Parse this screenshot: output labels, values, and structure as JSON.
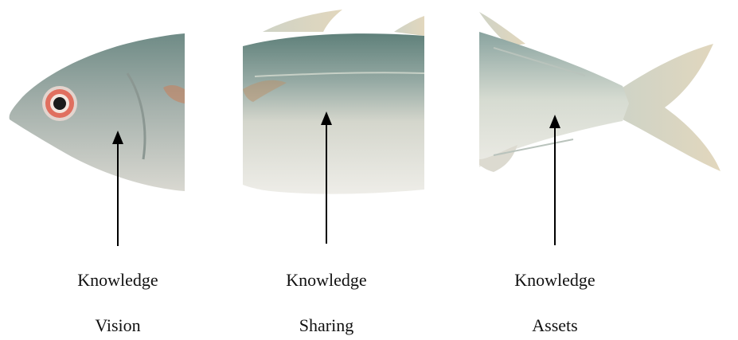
{
  "panels": [
    {
      "key": "head",
      "label_line1": "Knowledge",
      "label_line2": "Vision"
    },
    {
      "key": "body",
      "label_line1": "Knowledge",
      "label_line2": "Sharing"
    },
    {
      "key": "tail",
      "label_line1": "Knowledge",
      "label_line2": "Assets"
    }
  ],
  "colors": {
    "background": "#ffffff",
    "arrow": "#000000",
    "fish_back": "#6f8e8a",
    "fish_belly": "#e4e3dc",
    "fin": "#d8ccb0",
    "eye_ring": "#e06f5f"
  }
}
